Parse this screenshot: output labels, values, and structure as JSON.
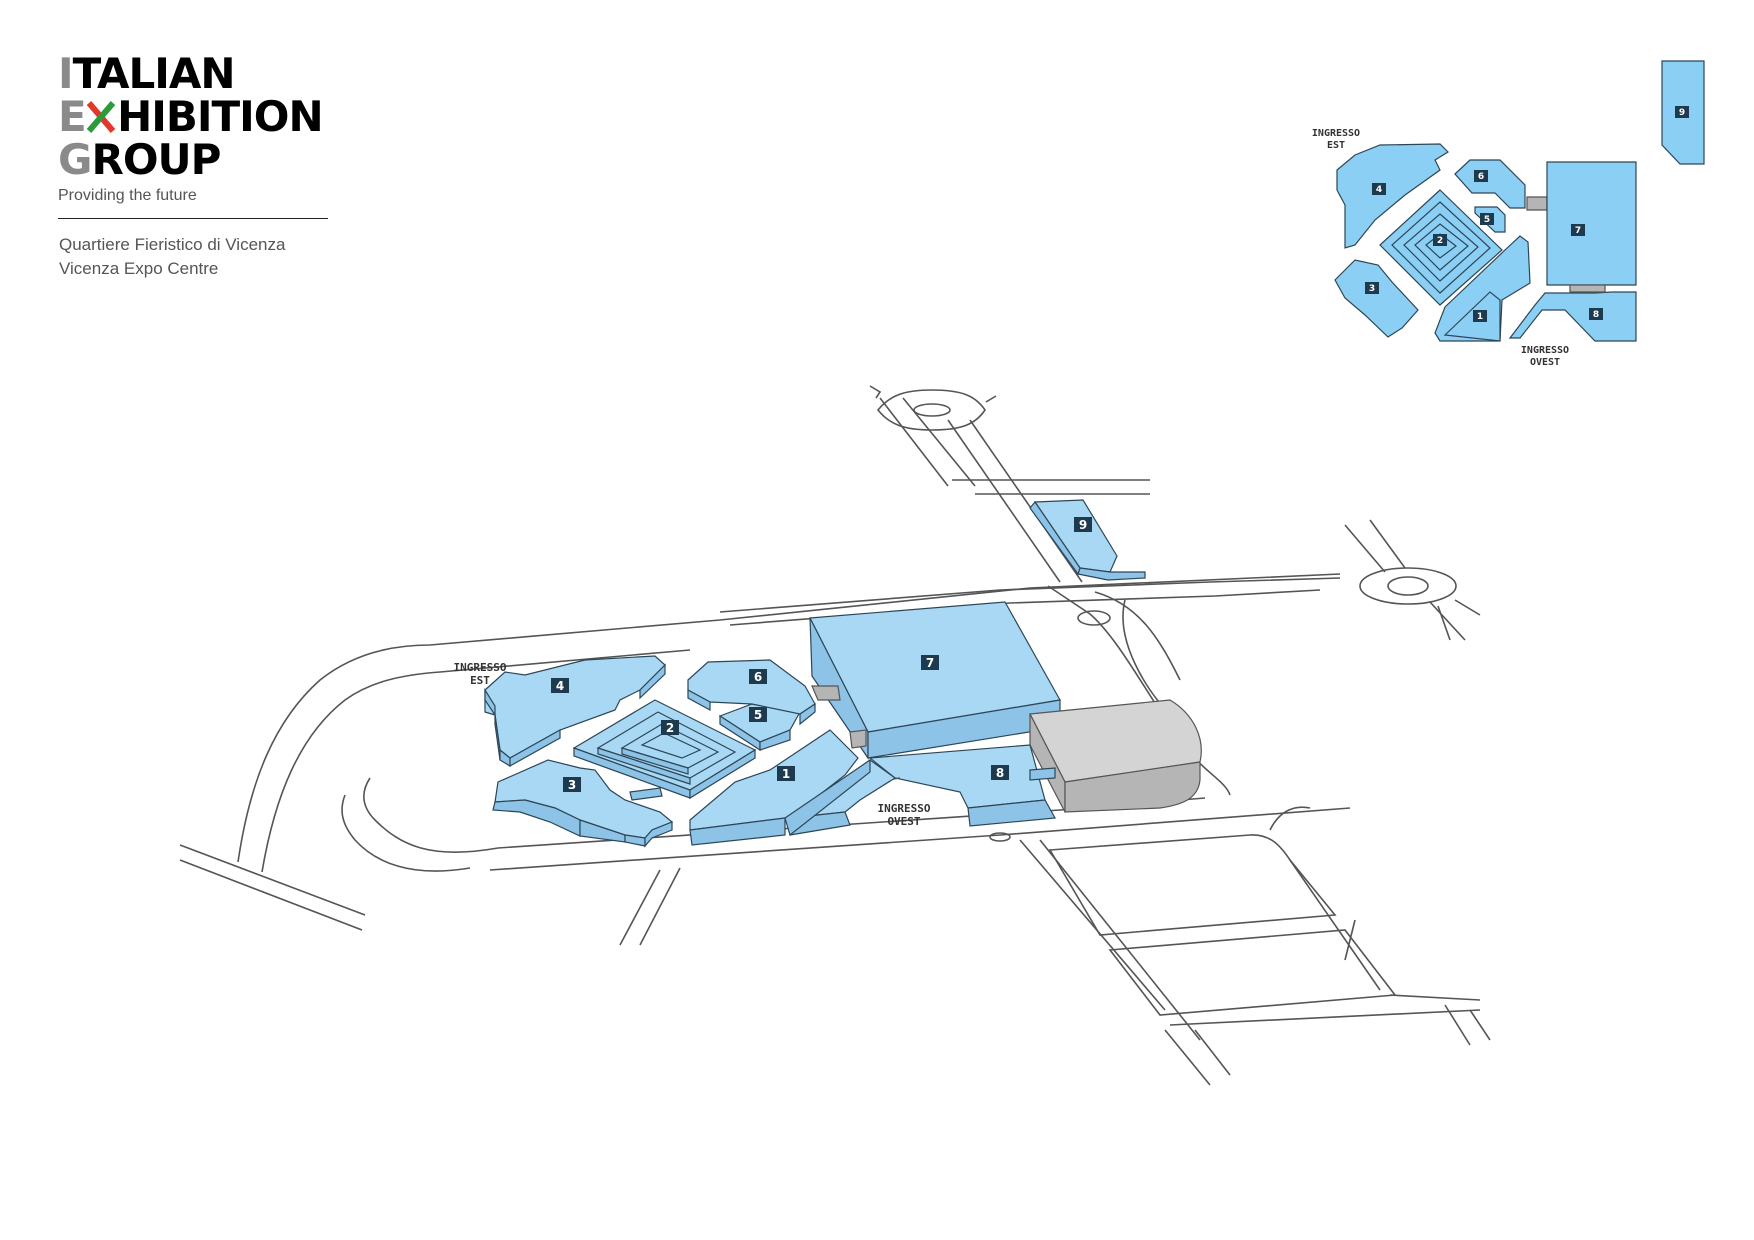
{
  "brand": {
    "logo_lines": [
      {
        "first": "I",
        "rest": "TALIAN"
      },
      {
        "first": "E",
        "mid": "X",
        "rest": "HIBITION"
      },
      {
        "first": "G",
        "rest": "ROUP"
      }
    ],
    "tagline": "Providing the future",
    "accent_colors": {
      "grey": "#8a8a8a",
      "green": "#2e9a3e",
      "red": "#e2382c"
    }
  },
  "venue": {
    "name_it": "Quartiere Fieristico di Vicenza",
    "name_en": "Vicenza Expo Centre"
  },
  "colors": {
    "hall": "#a9d8f5",
    "hall_side": "#8cc3e6",
    "label_box": "#1e3a4f",
    "existing_building": "#d4d4d4",
    "road_stroke": "#555555"
  },
  "halls": [
    {
      "id": "1",
      "label": "1"
    },
    {
      "id": "2",
      "label": "2"
    },
    {
      "id": "3",
      "label": "3"
    },
    {
      "id": "4",
      "label": "4"
    },
    {
      "id": "5",
      "label": "5"
    },
    {
      "id": "6",
      "label": "6"
    },
    {
      "id": "7",
      "label": "7"
    },
    {
      "id": "8",
      "label": "8"
    },
    {
      "id": "9",
      "label": "9"
    }
  ],
  "entrances": {
    "east": {
      "line1": "INGRESSO",
      "line2": "EST"
    },
    "west": {
      "line1": "INGRESSO",
      "line2": "OVEST"
    }
  }
}
